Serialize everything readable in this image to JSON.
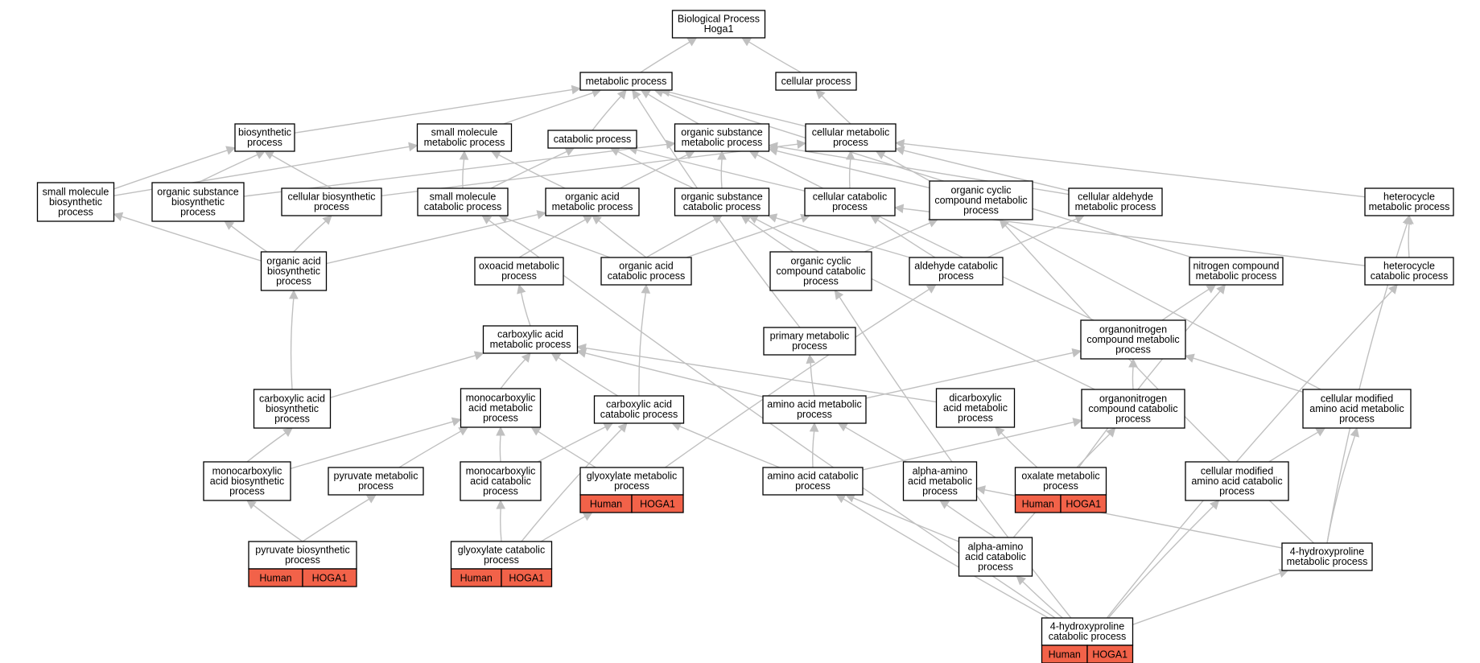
{
  "graph": {
    "root_label": [
      "Biological Process",
      "Hoga1"
    ],
    "annotation_color": "#f26249",
    "edge_color": "#c0c0c0",
    "nodes": {
      "bp": [
        "Biological Process",
        "Hoga1"
      ],
      "mp": [
        "metabolic process"
      ],
      "cp": [
        "cellular process"
      ],
      "bsp": [
        "biosynthetic",
        "process"
      ],
      "smmp": [
        "small molecule",
        "metabolic process"
      ],
      "catp": [
        "catabolic process"
      ],
      "osmp": [
        "organic substance",
        "metabolic process"
      ],
      "cmp": [
        "cellular metabolic",
        "process"
      ],
      "smbp": [
        "small molecule",
        "biosynthetic",
        "process"
      ],
      "osbp": [
        "organic substance",
        "biosynthetic",
        "process"
      ],
      "cbp": [
        "cellular biosynthetic",
        "process"
      ],
      "smcp": [
        "small molecule",
        "catabolic process"
      ],
      "oamp": [
        "organic acid",
        "metabolic process"
      ],
      "oscp": [
        "organic substance",
        "catabolic process"
      ],
      "ccp": [
        "cellular catabolic",
        "process"
      ],
      "occmp": [
        "organic cyclic",
        "compound metabolic",
        "process"
      ],
      "camp": [
        "cellular aldehyde",
        "metabolic process"
      ],
      "hmp": [
        "heterocycle",
        "metabolic process"
      ],
      "oabp": [
        "organic acid",
        "biosynthetic",
        "process"
      ],
      "oxmp": [
        "oxoacid metabolic",
        "process"
      ],
      "oacp": [
        "organic acid",
        "catabolic process"
      ],
      "occcp": [
        "organic cyclic",
        "compound catabolic",
        "process"
      ],
      "acp": [
        "aldehyde catabolic",
        "process"
      ],
      "ncmp": [
        "nitrogen compound",
        "metabolic process"
      ],
      "hcp": [
        "heterocycle",
        "catabolic process"
      ],
      "cxmp": [
        "carboxylic acid",
        "metabolic process"
      ],
      "pmp": [
        "primary metabolic",
        "process"
      ],
      "oncmp": [
        "organonitrogen",
        "compound metabolic",
        "process"
      ],
      "cxbp": [
        "carboxylic acid",
        "biosynthetic",
        "process"
      ],
      "mcmp": [
        "monocarboxylic",
        "acid metabolic",
        "process"
      ],
      "cxcp": [
        "carboxylic acid",
        "catabolic process"
      ],
      "aamp": [
        "amino acid metabolic",
        "process"
      ],
      "dcmp": [
        "dicarboxylic",
        "acid metabolic",
        "process"
      ],
      "onccp": [
        "organonitrogen",
        "compound catabolic",
        "process"
      ],
      "cmamp": [
        "cellular modified",
        "amino acid metabolic",
        "process"
      ],
      "mcbp": [
        "monocarboxylic",
        "acid biosynthetic",
        "process"
      ],
      "pymp": [
        "pyruvate metabolic",
        "process"
      ],
      "mccp": [
        "monocarboxylic",
        "acid catabolic",
        "process"
      ],
      "gxmp": [
        "glyoxylate metabolic",
        "process"
      ],
      "aacp": [
        "amino acid catabolic",
        "process"
      ],
      "aamp2": [
        "alpha-amino",
        "acid metabolic",
        "process"
      ],
      "oxlmp": [
        "oxalate metabolic",
        "process"
      ],
      "cmacp": [
        "cellular modified",
        "amino acid catabolic",
        "process"
      ],
      "pybp": [
        "pyruvate biosynthetic",
        "process"
      ],
      "gxcp": [
        "glyoxylate catabolic",
        "process"
      ],
      "aacp2": [
        "alpha-amino",
        "acid catabolic",
        "process"
      ],
      "hpmp": [
        "4-hydroxyproline",
        "metabolic process"
      ],
      "hpcp": [
        "4-hydroxyproline",
        "catabolic process"
      ]
    },
    "annotations": {
      "species": "Human",
      "gene": "HOGA1"
    }
  }
}
